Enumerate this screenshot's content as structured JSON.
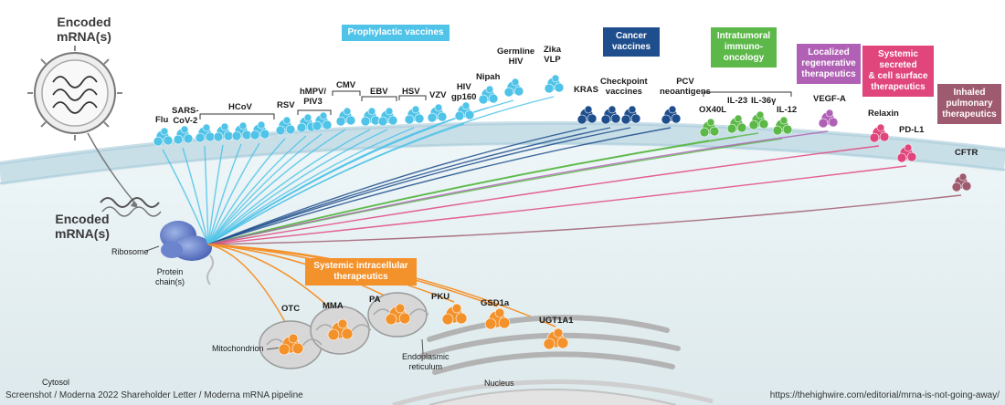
{
  "colors": {
    "prophylactic": "#4fc3e8",
    "cancer": "#1f4e8c",
    "intratumoral": "#5cb848",
    "localized": "#b061b5",
    "systemic_secreted": "#e0457c",
    "inhaled": "#9e5a6e",
    "intracellular": "#f3912b",
    "cytosol": "#e4f0f2",
    "membrane": "#cfe3ec"
  },
  "virus_top": {
    "line1": "Encoded",
    "line2": "mRNA(s)"
  },
  "cell_encoded": {
    "line1": "Encoded",
    "line2": "mRNA(s)"
  },
  "ribosome_label": "Ribosome",
  "protein_chain_label": {
    "line1": "Protein",
    "line2": "chain(s)"
  },
  "categories": {
    "prophylactic": "Prophylactic vaccines",
    "cancer": [
      "Cancer",
      "vaccines"
    ],
    "intratumoral": [
      "Intratumoral",
      "immuno-",
      "oncology"
    ],
    "localized": [
      "Localized",
      "regenerative",
      "therapeutics"
    ],
    "systemic_secreted": [
      "Systemic",
      "secreted",
      "& cell surface",
      "therapeutics"
    ],
    "inhaled": [
      "Inhaled",
      "pulmonary",
      "therapeutics"
    ],
    "intracellular": [
      "Systemic intracellular",
      "therapeutics"
    ]
  },
  "targets": {
    "flu": "Flu",
    "sars": [
      "SARS-",
      "CoV-2"
    ],
    "hcov": "HCoV",
    "rsv": "RSV",
    "hmpv": [
      "hMPV/",
      "PIV3"
    ],
    "cmv": "CMV",
    "ebv": "EBV",
    "hsv": "HSV",
    "vzv": "VZV",
    "hiv": [
      "HIV",
      "gp160"
    ],
    "nipah": "Nipah",
    "germline": [
      "Germline",
      "HIV"
    ],
    "zika": [
      "Zika",
      "VLP"
    ],
    "kras": "KRAS",
    "checkpoint": [
      "Checkpoint",
      "vaccines"
    ],
    "pcv": [
      "PCV",
      "neoantigens"
    ],
    "ox40l": "OX40L",
    "il23": "IL-23",
    "il36": "IL-36γ",
    "il12": "IL-12",
    "vegfa": "VEGF-A",
    "relaxin": "Relaxin",
    "pdl1": "PD-L1",
    "cftr": "CFTR",
    "otc": "OTC",
    "mma": "MMA",
    "pa": "PA",
    "pku": "PKU",
    "gsd1a": "GSD1a",
    "ugt1a1": "UGT1A1"
  },
  "organelles": {
    "mitochondrion": "Mitochondrion",
    "er": [
      "Endoplasmic",
      "reticulum"
    ],
    "nucleus": "Nucleus",
    "cytosol": "Cytosol"
  },
  "footer": {
    "left": "Screenshot / Moderna 2022 Shareholder Letter / Moderna mRNA pipeline",
    "right": "https://thehighwire.com/editorial/mrna-is-not-going-away/"
  }
}
